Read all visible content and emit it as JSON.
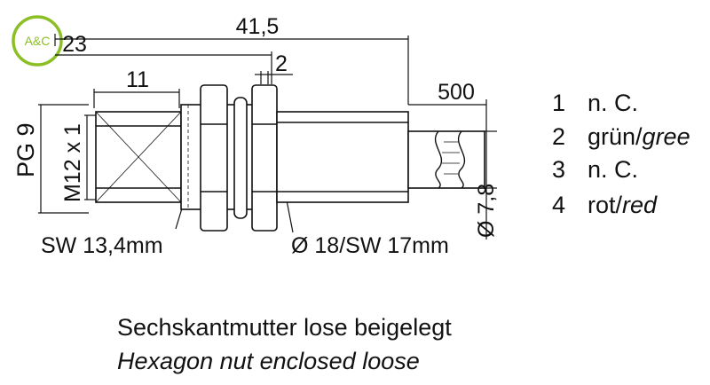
{
  "logo": {
    "text": "A&C",
    "color": "#8cbf26"
  },
  "dimensions": {
    "total_length": "41,5",
    "left_length": "23",
    "body_length": "11",
    "gap": "2",
    "cable_length": "500",
    "thread_vertical": "M12 x 1",
    "pg": "PG 9",
    "cable_diameter": "Ø 7,8",
    "hex_left": "SW 13,4mm",
    "hex_right": "Ø 18/SW 17mm"
  },
  "pins": [
    {
      "num": "1",
      "label": "n. C.",
      "italic": ""
    },
    {
      "num": "2",
      "label": "grün/",
      "italic": "gree"
    },
    {
      "num": "3",
      "label": "n. C.",
      "italic": ""
    },
    {
      "num": "4",
      "label": "rot/",
      "italic": "red"
    }
  ],
  "notes": {
    "german": "Sechskantmutter lose beigelegt",
    "english": "Hexagon nut enclosed loose"
  }
}
